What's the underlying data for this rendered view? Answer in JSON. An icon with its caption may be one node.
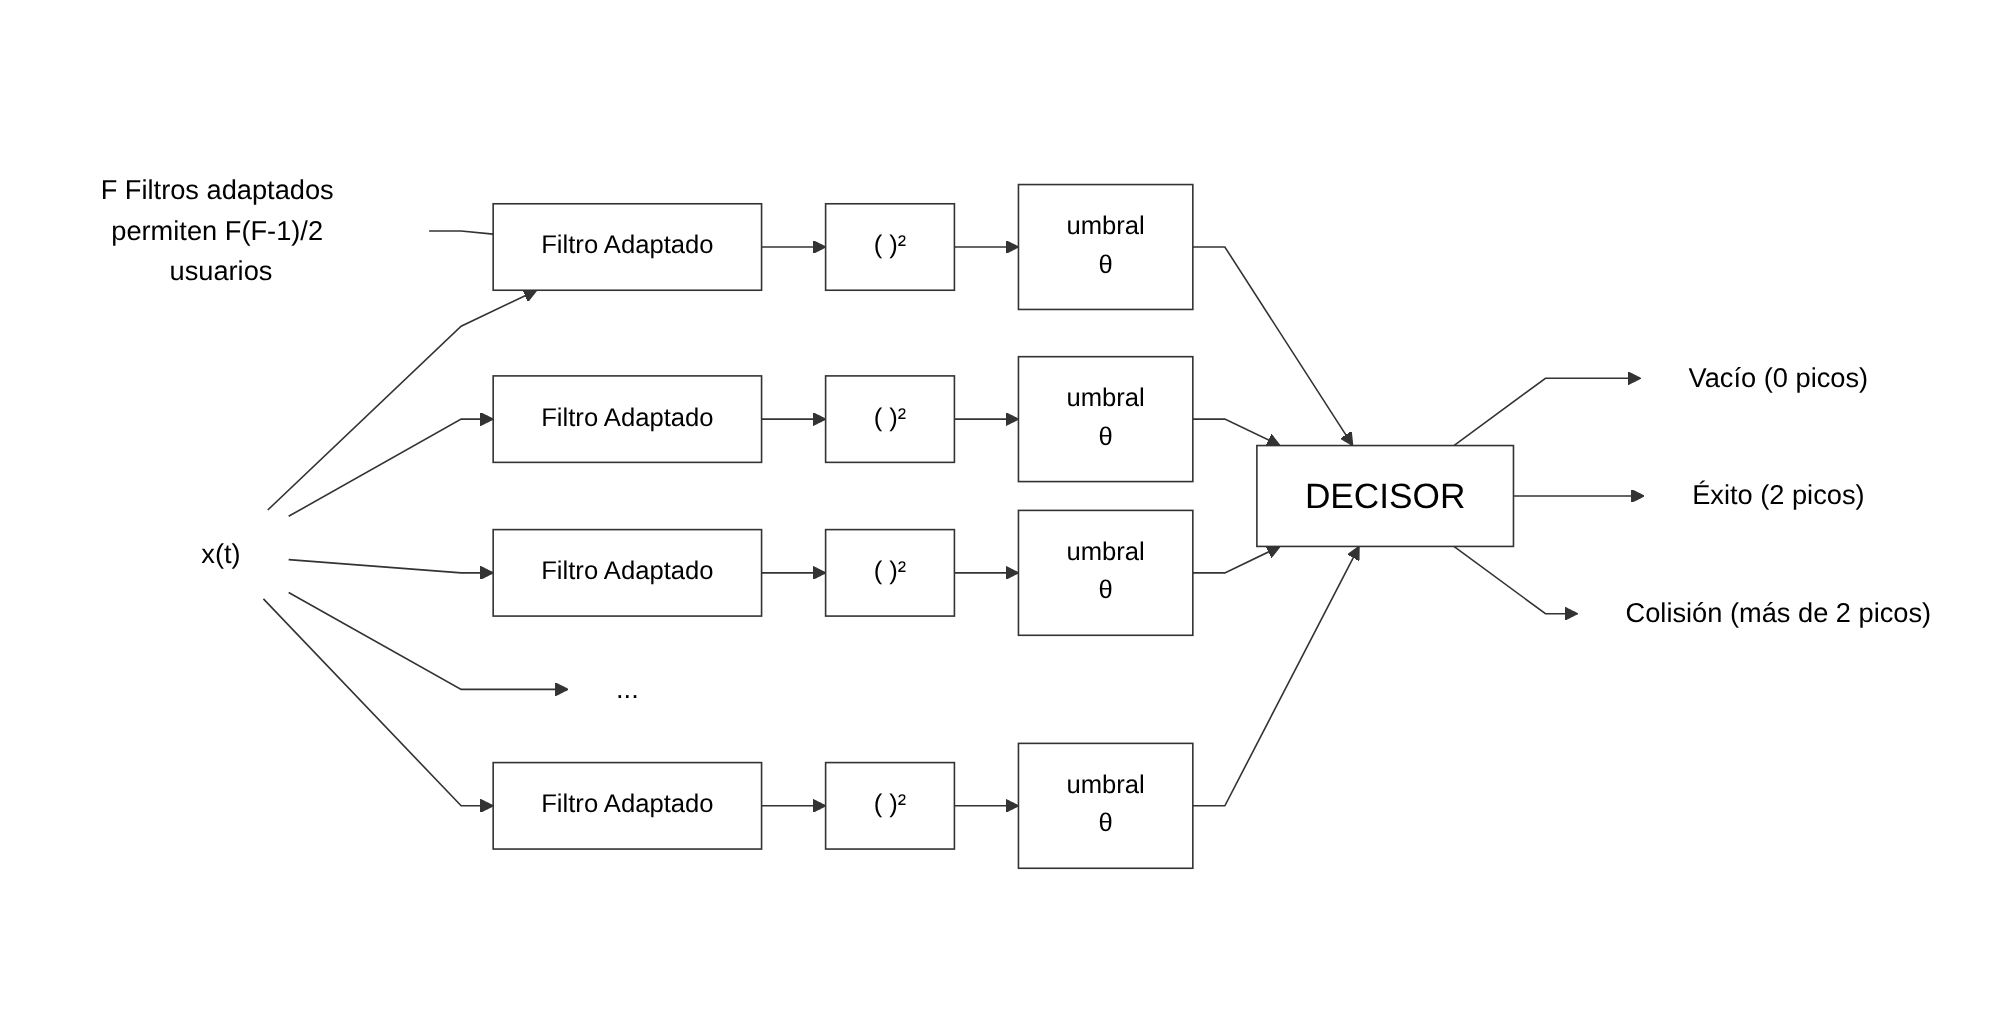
{
  "diagram": {
    "nodes": [
      {
        "text": [
          "F Filtros adaptados permiten F(F-1)/2 usuarios"
        ]
      },
      {
        "text": [
          "x(t)"
        ]
      },
      {
        "text": [
          "Filtro Adaptado"
        ]
      },
      {
        "text": [
          "( )²"
        ]
      },
      {
        "text": [
          "umbral",
          "θ"
        ]
      },
      {
        "text": [
          "Filtro Adaptado"
        ]
      },
      {
        "text": [
          "( )²"
        ]
      },
      {
        "text": [
          "umbral",
          "θ"
        ]
      },
      {
        "text": [
          "Filtro Adaptado"
        ]
      },
      {
        "text": [
          "( )²"
        ]
      },
      {
        "text": [
          "umbral",
          "θ"
        ]
      },
      {
        "text": [
          "..."
        ]
      },
      {
        "text": [
          "Filtro Adaptado"
        ]
      },
      {
        "text": [
          "( )²"
        ]
      },
      {
        "text": [
          "umbral",
          "θ"
        ]
      },
      {
        "text": [
          "DECISOR"
        ]
      },
      {
        "text": [
          "Vacío (0 picos)"
        ]
      },
      {
        "text": [
          "Éxito (2 picos)"
        ]
      },
      {
        "text": [
          "Colisión (más de 2 picos)"
        ]
      }
    ],
    "edges": [
      {
        "from": 0,
        "to": 2,
        "arrow": "none"
      },
      {
        "from": 1,
        "to": 2,
        "arrow": "to"
      },
      {
        "from": 1,
        "to": 5,
        "arrow": "to"
      },
      {
        "from": 1,
        "to": 8,
        "arrow": "to"
      },
      {
        "from": 1,
        "to": 11,
        "arrow": "to"
      },
      {
        "from": 1,
        "to": 12,
        "arrow": "to"
      },
      {
        "from": 2,
        "to": 3,
        "arrow": "to"
      },
      {
        "from": 3,
        "to": 4,
        "arrow": "to"
      },
      {
        "from": 4,
        "to": 15,
        "arrow": "to"
      },
      {
        "from": 5,
        "to": 6,
        "arrow": "to"
      },
      {
        "from": 6,
        "to": 7,
        "arrow": "to"
      },
      {
        "from": 7,
        "to": 15,
        "arrow": "to"
      },
      {
        "from": 8,
        "to": 9,
        "arrow": "to"
      },
      {
        "from": 9,
        "to": 10,
        "arrow": "to"
      },
      {
        "from": 10,
        "to": 15,
        "arrow": "to"
      },
      {
        "from": 12,
        "to": 13,
        "arrow": "to"
      },
      {
        "from": 13,
        "to": 14,
        "arrow": "to"
      },
      {
        "from": 14,
        "to": 15,
        "arrow": "to"
      },
      {
        "from": 15,
        "to": 16,
        "arrow": "to"
      },
      {
        "from": 15,
        "to": 17,
        "arrow": "to"
      },
      {
        "from": 15,
        "to": 18,
        "arrow": "to"
      }
    ]
  }
}
